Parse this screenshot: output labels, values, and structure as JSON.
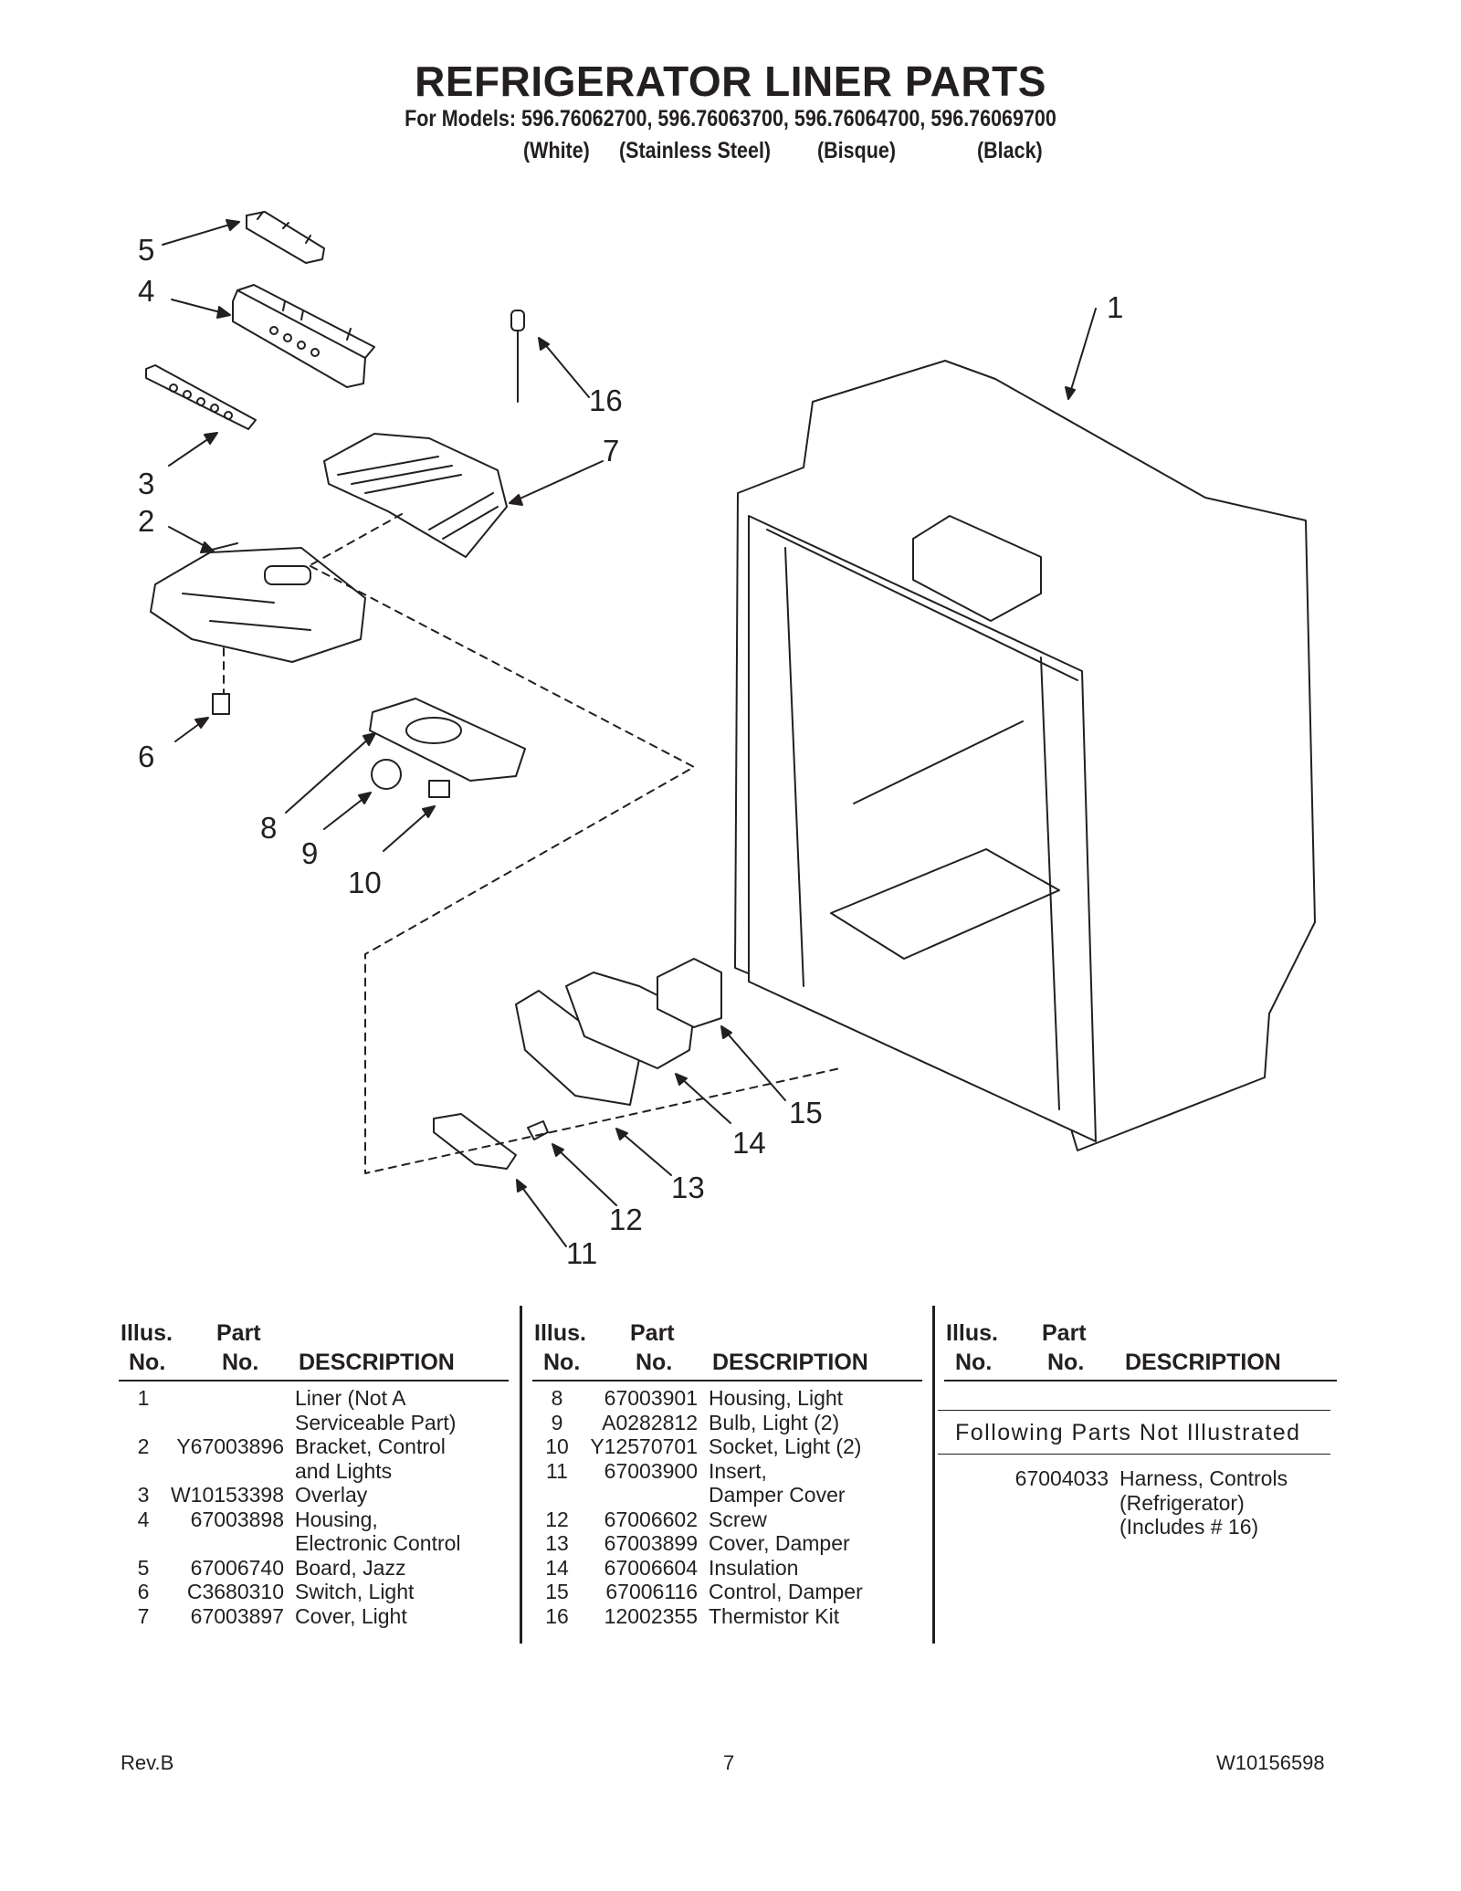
{
  "header": {
    "title": "REFRIGERATOR LINER PARTS",
    "models_line": "For Models: 596.76062700, 596.76063700, 596.76064700, 596.76069700",
    "variants": [
      "(White)",
      "(Stainless Steel)",
      "(Bisque)",
      "(Black)"
    ]
  },
  "diagram": {
    "callouts": [
      "1",
      "2",
      "3",
      "4",
      "5",
      "6",
      "7",
      "8",
      "9",
      "10",
      "11",
      "12",
      "13",
      "14",
      "15",
      "16"
    ]
  },
  "table": {
    "headers": {
      "illus_top": "Illus.",
      "illus_bottom": "No.",
      "part_top": "Part",
      "part_bottom": "No.",
      "description": "DESCRIPTION"
    },
    "col1": [
      {
        "illus": "1",
        "part": "",
        "desc": [
          "Liner (Not A",
          "Serviceable Part)"
        ]
      },
      {
        "illus": "2",
        "part": "Y67003896",
        "desc": [
          "Bracket, Control",
          "and Lights"
        ]
      },
      {
        "illus": "3",
        "part": "W10153398",
        "desc": [
          "Overlay"
        ]
      },
      {
        "illus": "4",
        "part": "67003898",
        "desc": [
          "Housing,",
          "Electronic Control"
        ]
      },
      {
        "illus": "5",
        "part": "67006740",
        "desc": [
          "Board, Jazz"
        ]
      },
      {
        "illus": "6",
        "part": "C3680310",
        "desc": [
          "Switch, Light"
        ]
      },
      {
        "illus": "7",
        "part": "67003897",
        "desc": [
          "Cover, Light"
        ]
      }
    ],
    "col2": [
      {
        "illus": "8",
        "part": "67003901",
        "desc": [
          "Housing, Light"
        ]
      },
      {
        "illus": "9",
        "part": "A0282812",
        "desc": [
          "Bulb, Light (2)"
        ]
      },
      {
        "illus": "10",
        "part": "Y12570701",
        "desc": [
          "Socket, Light (2)"
        ]
      },
      {
        "illus": "11",
        "part": "67003900",
        "desc": [
          "Insert,",
          "Damper Cover"
        ]
      },
      {
        "illus": "12",
        "part": "67006602",
        "desc": [
          "Screw"
        ]
      },
      {
        "illus": "13",
        "part": "67003899",
        "desc": [
          "Cover, Damper"
        ]
      },
      {
        "illus": "14",
        "part": "67006604",
        "desc": [
          "Insulation"
        ]
      },
      {
        "illus": "15",
        "part": "67006116",
        "desc": [
          "Control, Damper"
        ]
      },
      {
        "illus": "16",
        "part": "12002355",
        "desc": [
          "Thermistor Kit"
        ]
      }
    ],
    "not_illustrated_title": "Following Parts Not Illustrated",
    "not_illustrated": [
      {
        "part": "67004033",
        "desc": [
          "Harness, Controls",
          "(Refrigerator)",
          "(Includes # 16)"
        ]
      }
    ]
  },
  "footer": {
    "left": "Rev.B",
    "center": "7",
    "right": "W10156598"
  }
}
